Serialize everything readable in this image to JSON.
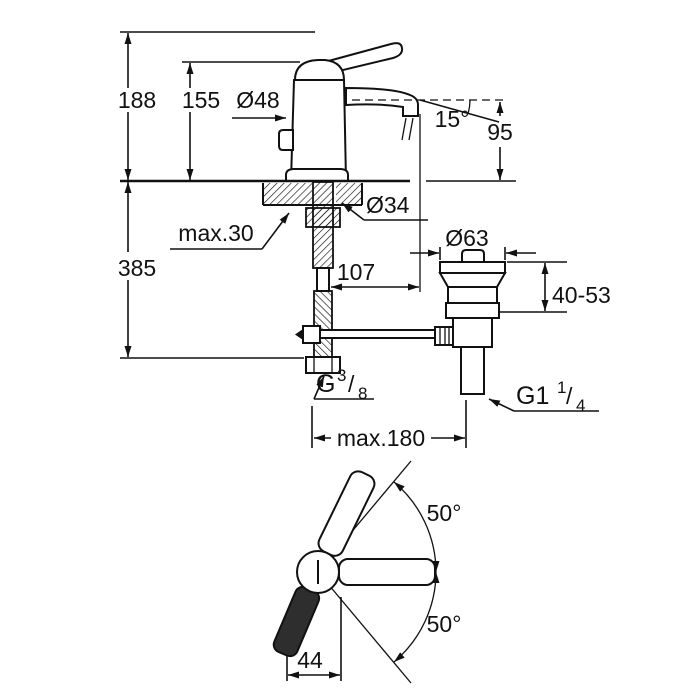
{
  "meta": {
    "title": "Faucet technical dimension drawing",
    "background": "#ffffff",
    "line_color": "#111111"
  },
  "dimensions": {
    "overall_height": "188",
    "body_height": "155",
    "body_diameter": "Ø48",
    "spout_angle": "15°",
    "spout_height": "95",
    "max_deck_thickness": "max.30",
    "hole_diameter": "Ø34",
    "below_deck_length": "385",
    "spout_reach": "107",
    "waste_flange_diameter": "Ø63",
    "adjustment_range": "40-53",
    "max_reach": "max.180",
    "handle_angle_up": "50°",
    "handle_angle_down": "50°",
    "handle_width": "44",
    "supply_thread": {
      "base": "G",
      "numerator": "3",
      "slash": "/",
      "denominator": "8"
    },
    "waste_thread": {
      "base": "G1",
      "numerator": "1",
      "slash": "/",
      "denominator": "4"
    }
  }
}
